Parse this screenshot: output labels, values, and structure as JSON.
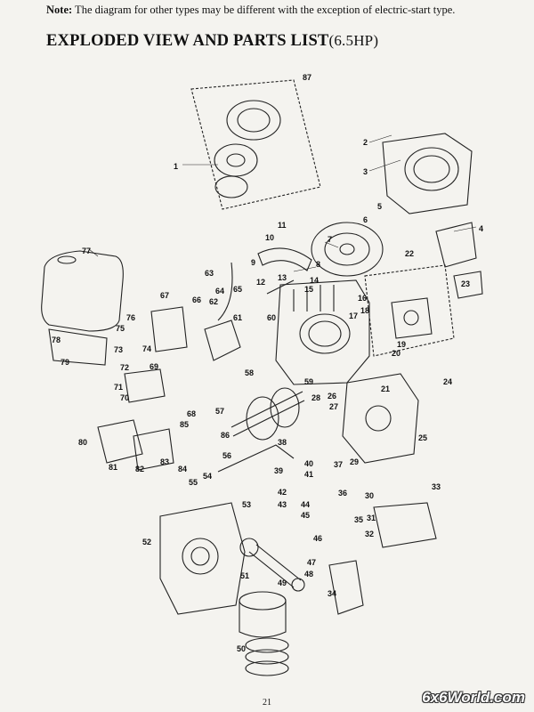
{
  "note": {
    "label": "Note:",
    "text": " The diagram for other types may be different with the exception of electric-start type."
  },
  "title": {
    "main": "EXPLODED VIEW AND PARTS LIST",
    "suffix": "(6.5HP)"
  },
  "callouts": [
    "1",
    "2",
    "3",
    "4",
    "5",
    "6",
    "7",
    "8",
    "9",
    "10",
    "11",
    "12",
    "13",
    "14",
    "15",
    "16",
    "17",
    "18",
    "19",
    "20",
    "21",
    "22",
    "23",
    "24",
    "25",
    "26",
    "27",
    "28",
    "29",
    "30",
    "31",
    "32",
    "33",
    "34",
    "35",
    "36",
    "37",
    "38",
    "39",
    "40",
    "41",
    "42",
    "43",
    "44",
    "45",
    "46",
    "47",
    "48",
    "49",
    "50",
    "51",
    "52",
    "53",
    "54",
    "55",
    "56",
    "57",
    "58",
    "59",
    "60",
    "61",
    "62",
    "63",
    "64",
    "65",
    "66",
    "67",
    "68",
    "69",
    "70",
    "71",
    "72",
    "73",
    "74",
    "75",
    "76",
    "77",
    "78",
    "79",
    "80",
    "81",
    "82",
    "83",
    "84",
    "85",
    "86",
    "87"
  ],
  "page_number": "21",
  "watermark": "6x6World.com"
}
